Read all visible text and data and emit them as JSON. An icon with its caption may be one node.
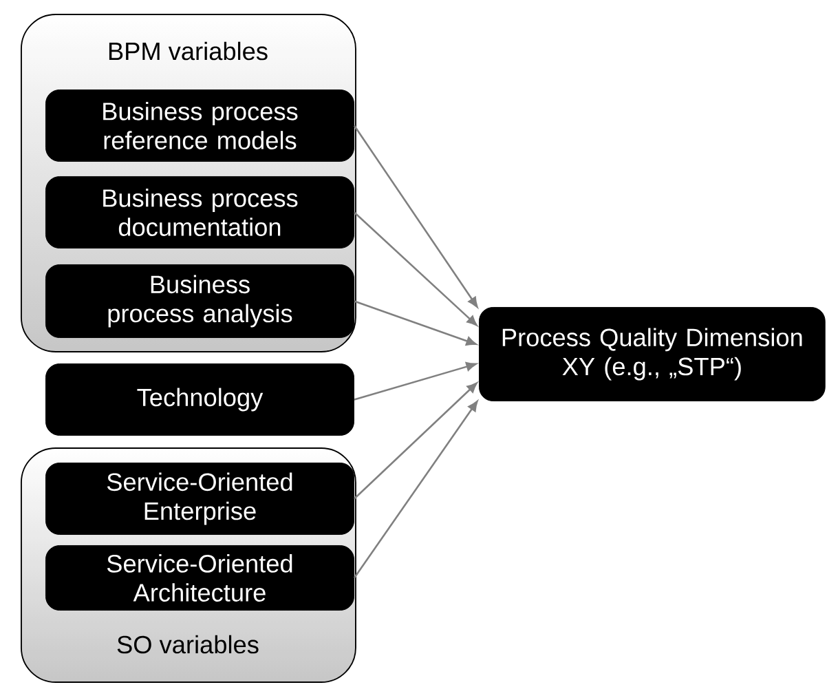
{
  "diagram": {
    "nodes": [
      {
        "text": [
          "BPM variables"
        ]
      },
      {
        "text": [
          "Business process reference models"
        ],
        "in": 0
      },
      {
        "text": [
          "Business process documentation"
        ],
        "in": 0
      },
      {
        "text": [
          "Business process analysis"
        ],
        "in": 0
      },
      {
        "text": [
          "Technology"
        ]
      },
      {
        "text": [
          "SO variables"
        ]
      },
      {
        "text": [
          "Service-Oriented Enterprise"
        ],
        "in": 5
      },
      {
        "text": [
          "Service-Oriented Architecture"
        ],
        "in": 5
      },
      {
        "text": [
          "Process Quality Dimension XY (e.g., „STP“)"
        ]
      }
    ],
    "edges": [
      {
        "from": 1,
        "to": 8,
        "arrow": "to"
      },
      {
        "from": 2,
        "to": 8,
        "arrow": "to"
      },
      {
        "from": 3,
        "to": 8,
        "arrow": "to"
      },
      {
        "from": 4,
        "to": 8,
        "arrow": "to"
      },
      {
        "from": 6,
        "to": 8,
        "arrow": "to"
      },
      {
        "from": 7,
        "to": 8,
        "arrow": "to"
      }
    ]
  }
}
